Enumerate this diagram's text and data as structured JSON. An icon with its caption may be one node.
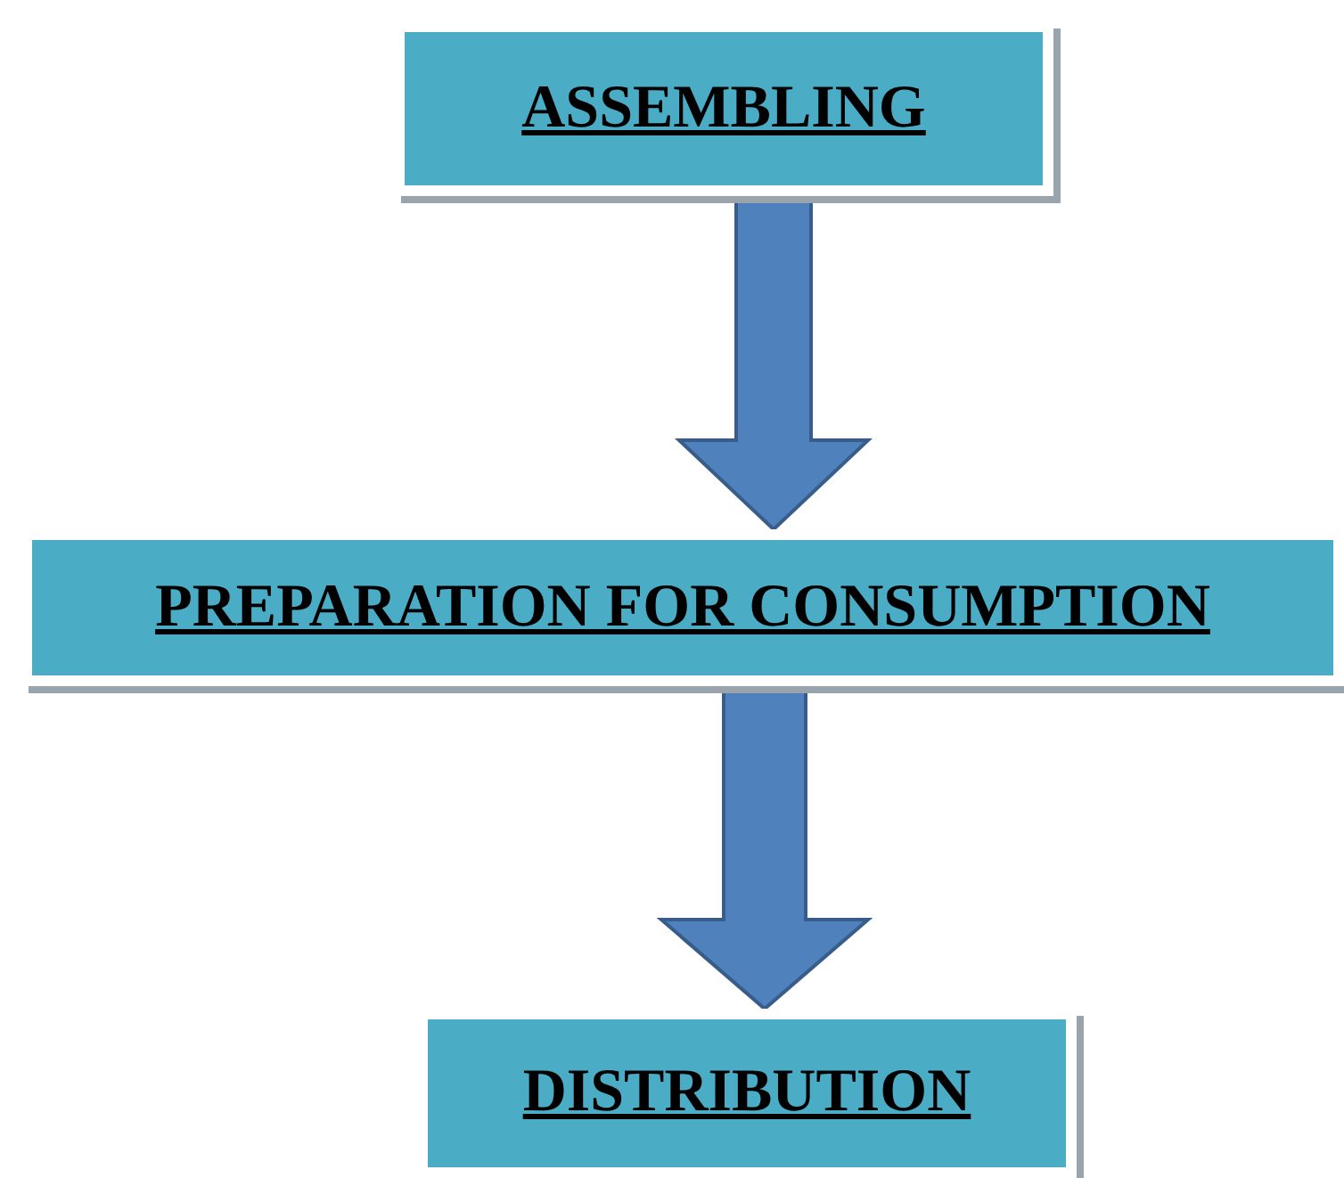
{
  "diagram": {
    "nodes": [
      {
        "text": [
          "ASSEMBLING"
        ]
      },
      {
        "text": [
          "PREPARATION FOR CONSUMPTION"
        ]
      },
      {
        "text": [
          "DISTRIBUTION"
        ]
      }
    ],
    "edges": [
      {
        "from": 0,
        "to": 1,
        "arrow": "to"
      },
      {
        "from": 1,
        "to": 2,
        "arrow": "to"
      }
    ]
  }
}
